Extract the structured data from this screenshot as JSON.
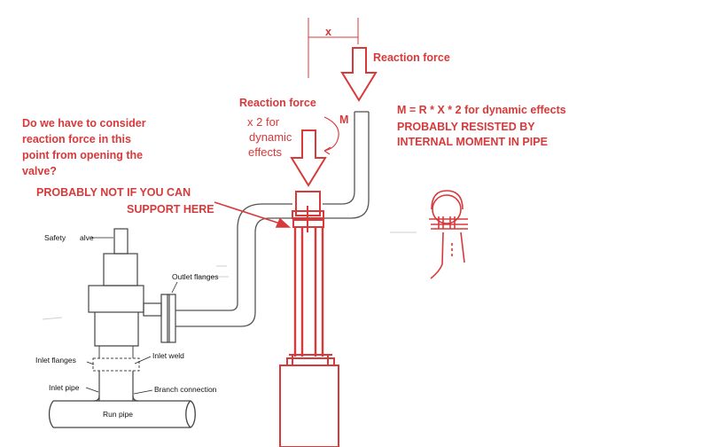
{
  "annotations": {
    "x_dimension": "x",
    "reaction_force_top": "Reaction force",
    "reaction_force_left": "Reaction force",
    "x2_line1": "x 2 for",
    "x2_line2": "dynamic",
    "x2_line3": "effects",
    "moment_label": "M",
    "moment_eq": "M = R * X  * 2 for dynamic effects",
    "resisted_line1": "PROBABLY RESISTED BY",
    "resisted_line2": "INTERNAL MOMENT IN PIPE",
    "question_line1": "Do we have to consider",
    "question_line2": "reaction force in this",
    "question_line3": "point from opening the",
    "question_line4": "valve?",
    "probably_not_line1": "PROBABLY NOT  IF YOU CAN",
    "probably_not_line2": "SUPPORT HERE"
  },
  "labels": {
    "safety_valve_a": "Safety",
    "safety_valve_b": "alve",
    "outlet_flanges": "Outlet flanges",
    "inlet_flanges": "Inlet flanges",
    "inlet_weld": "Inlet weld",
    "inlet_pipe": "Inlet pipe",
    "branch_connection": "Branch connection",
    "run_pipe": "Run pipe"
  },
  "colors": {
    "annotation_red": "#d8393a",
    "drawing_black": "#333333",
    "pipe_gray": "#555555"
  }
}
